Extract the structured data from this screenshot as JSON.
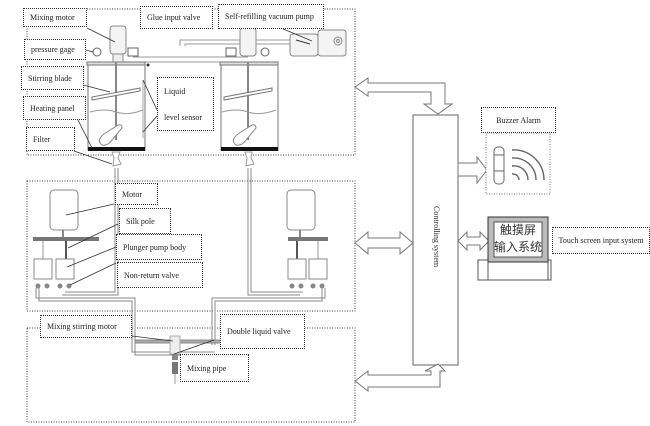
{
  "diagram": {
    "title": "Glue dispensing machine system diagram",
    "labels": {
      "mixing_motor": "Mixing motor",
      "glue_input_valve": "Glue input valve",
      "self_refilling_vacuum_pump": "Self-refilling vacuum pump",
      "pressure_gage": "pressure gage",
      "stirring_blade": "Stirring blade",
      "heating_panel": "Heating panel",
      "liquid_level_sensor_line1": "Liquid",
      "liquid_level_sensor_line2": "level sensor",
      "filter": "Filter",
      "motor": "Motor",
      "silk_pole": "Silk pole",
      "plunger_pump_body": "Plunger pump body",
      "non_return_valve": "Non-return valve",
      "mixing_stirring_motor": "Mixing stirring motor",
      "double_liquid_valve": "Double liquid valve",
      "mixing_pipe": "Mixing pipe",
      "controlling_system": "Controlling system",
      "buzzer_alarm": "Buzzer Alarm",
      "touch_screen_input_system": "Touch screen input system",
      "touch_screen_cn_line1": "触摸屏",
      "touch_screen_cn_line2": "输入系统"
    },
    "sections": [
      "tank-section",
      "pump-section",
      "mixing-section"
    ],
    "icons": [
      "buzzer-alarm-icon",
      "touch-screen-icon",
      "double-arrow-icon"
    ]
  }
}
